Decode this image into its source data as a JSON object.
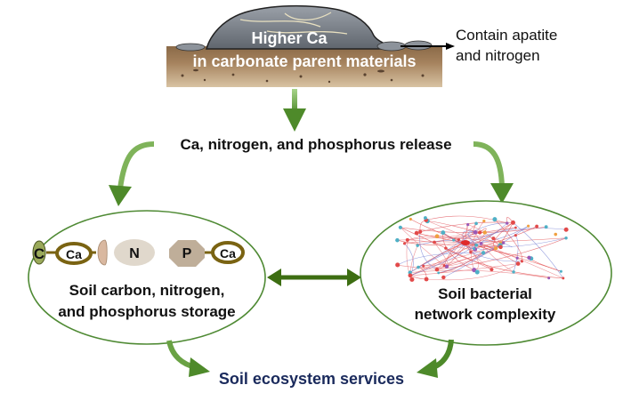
{
  "top": {
    "rock_label_line1": "Higher Ca",
    "rock_label_line2": "in carbonate parent materials",
    "annotation_line1": "Contain apatite",
    "annotation_line2": "and nitrogen"
  },
  "release_label": "Ca, nitrogen, and phosphorus release",
  "left_node": {
    "line1": "Soil carbon, nitrogen,",
    "line2": "and phosphorus storage",
    "icons": {
      "c": "C",
      "ca1": "Ca",
      "n": "N",
      "p": "P",
      "ca2": "Ca"
    }
  },
  "right_node": {
    "line1": "Soil bacterial",
    "line2": "network complexity"
  },
  "bottom_label": "Soil ecosystem services",
  "colors": {
    "arrow_green": "#4e8a2a",
    "arrow_green_light": "#8ec06a",
    "double_arrow": "#3d6e12",
    "ellipse_stroke": "#4f8a34",
    "bottom_text": "#1a2a5c",
    "ca_ring": "#7a6312"
  }
}
